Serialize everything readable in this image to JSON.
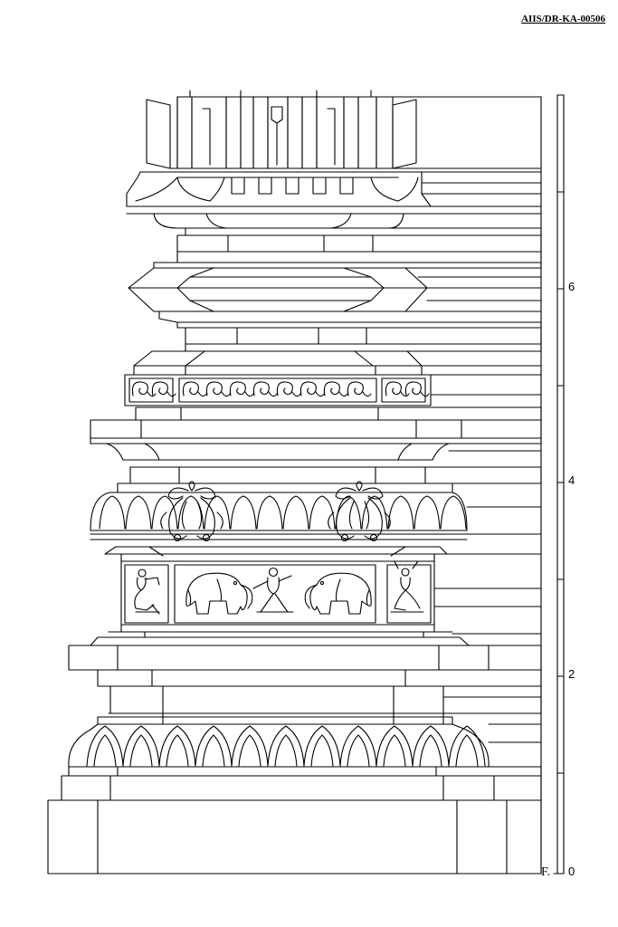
{
  "drawing_code": "AIIS/DR-KA-00506",
  "scale": {
    "ticks": [
      {
        "label": "0",
        "value": 0
      },
      {
        "label": "2",
        "value": 2
      },
      {
        "label": "4",
        "value": 4
      },
      {
        "label": "6",
        "value": 6
      }
    ],
    "floor_label": "F."
  },
  "ink_color": "#000000",
  "paper_color": "#ffffff"
}
